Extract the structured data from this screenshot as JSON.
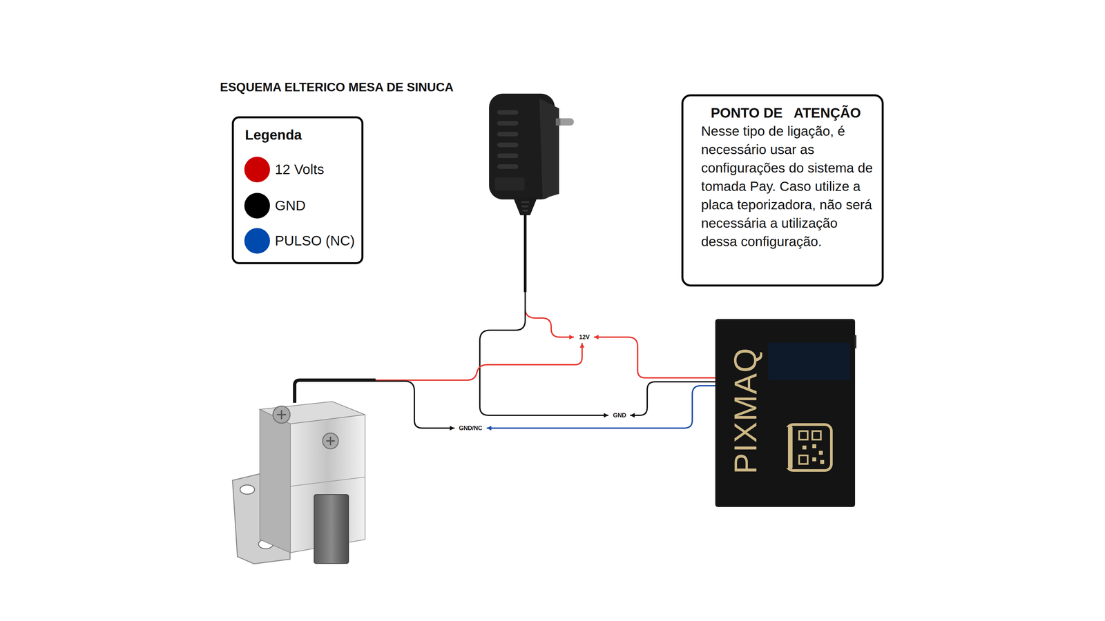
{
  "diagram": {
    "title": "ESQUEMA ELTERICO MESA DE SINUCA",
    "nodes": [
      {
        "text": [
          "Legenda"
        ]
      },
      {
        "text": [
          "PONTO DE   ATENÇÃO",
          "Nesse tipo de ligação, é necessário usar as configurações do sistema de tomada Pay. Caso utilize a placa teporizadora, não será necessária a utilização dessa configuração."
        ]
      },
      {
        "text": [
          "PIXMAQ"
        ]
      }
    ],
    "labels": [
      "12V",
      "GND",
      "GND/NC"
    ],
    "legend": [
      {
        "text": "12 Volts",
        "color": "#cc0000"
      },
      {
        "text": "GND",
        "color": "#000000"
      },
      {
        "text": "PULSO (NC)",
        "color": "#004aad"
      }
    ]
  }
}
